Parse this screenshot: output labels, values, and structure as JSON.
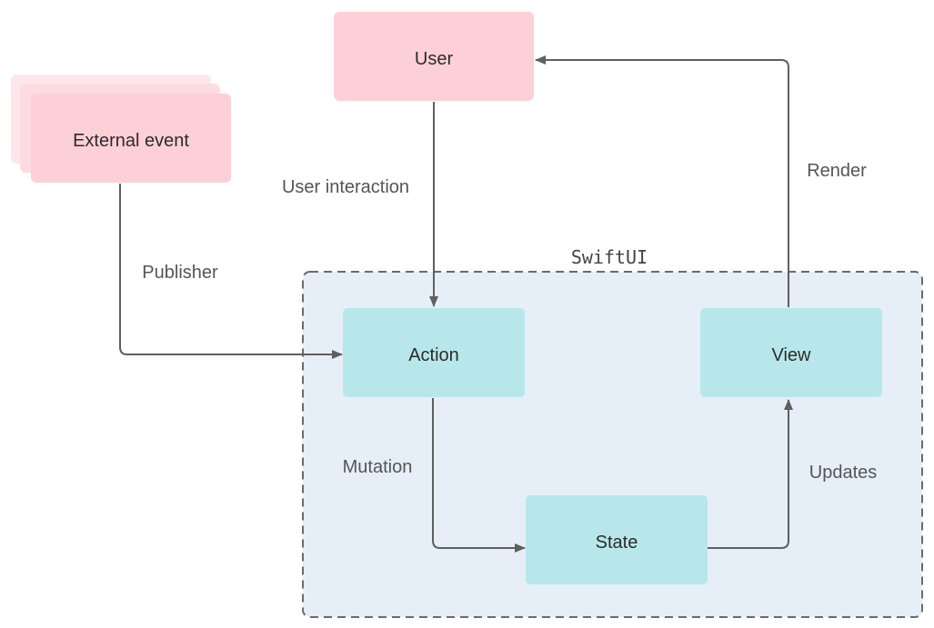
{
  "diagram": {
    "container_label": "SwiftUI",
    "nodes": {
      "user": "User",
      "external_event": "External event",
      "action": "Action",
      "view": "View",
      "state": "State"
    },
    "edges": {
      "user_interaction": "User interaction",
      "publisher": "Publisher",
      "render": "Render",
      "mutation": "Mutation",
      "updates": "Updates"
    }
  },
  "colors": {
    "pink_node": "#fdd0d8",
    "pink_stack_back": "#fde7eb",
    "pink_stack_mid": "#fcdbe1",
    "teal_node": "#b8e7eb",
    "container_fill": "#e6eff8",
    "container_border": "#6a6a6a",
    "arrow": "#5f5f5f"
  }
}
